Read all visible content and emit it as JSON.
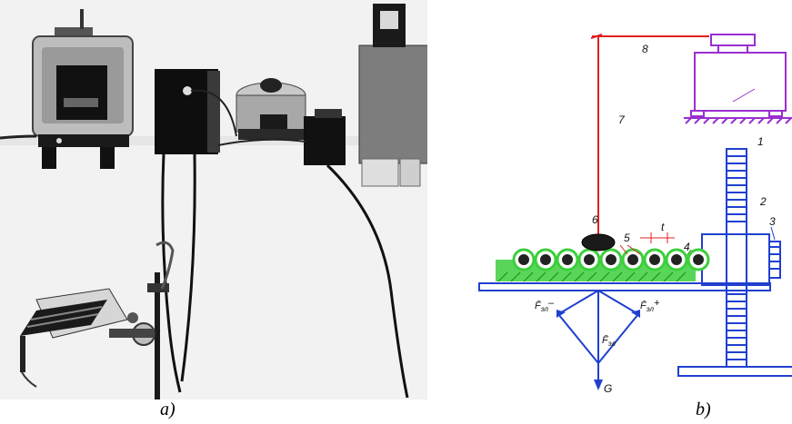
{
  "captions": {
    "a": "a)",
    "b": "b)"
  },
  "scheme": {
    "labels": {
      "n1": "1",
      "n2": "2",
      "n3": "3",
      "n4": "4",
      "n5": "5",
      "n6": "6",
      "n7": "7",
      "n8": "8",
      "t": "t",
      "G": "G"
    },
    "forces": {
      "f_minus": {
        "symbol": "F̄",
        "sub": "эл",
        "sign": "–"
      },
      "f_plus": {
        "symbol": "F̄",
        "sub": "эл",
        "sign": "+"
      },
      "f_total": {
        "symbol": "F̄",
        "sub": "эл"
      }
    },
    "roller_count": 9
  },
  "colors": {
    "red": "#e02020",
    "purple": "#9a2fd0",
    "blue": "#2040d0",
    "green": "#3ccf3c",
    "black": "#111111"
  }
}
